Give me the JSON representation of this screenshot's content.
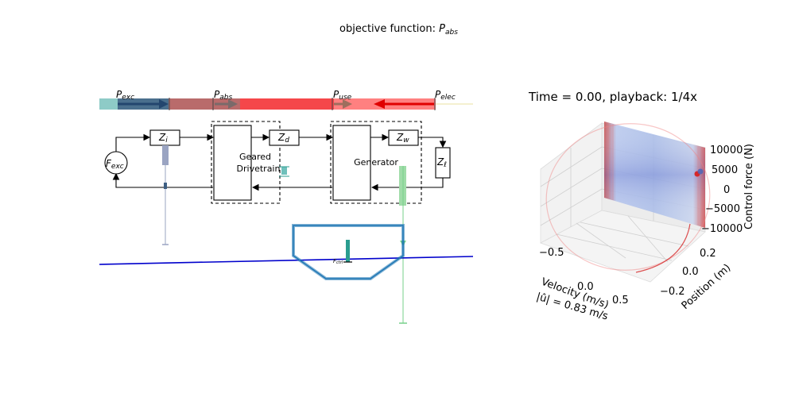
{
  "figure": {
    "title": "objective function: ",
    "title_symbol": "P",
    "title_sub": "abs"
  },
  "power_bar": {
    "labels": [
      {
        "sym": "P",
        "sub": "exc"
      },
      {
        "sym": "P",
        "sub": "abs"
      },
      {
        "sym": "P",
        "sub": "use"
      },
      {
        "sym": "P",
        "sub": "elec"
      }
    ],
    "colors": {
      "excitation": "#8ecbc7",
      "absorbed": "#b96b6b",
      "useful": "#f5474a",
      "electrical": "#ff8080"
    }
  },
  "circuit": {
    "source": {
      "sym": "F",
      "sub": "exc"
    },
    "zi": {
      "sym": "Z",
      "sub": "i"
    },
    "zd": {
      "sym": "Z",
      "sub": "d"
    },
    "zw": {
      "sym": "Z",
      "sub": "w"
    },
    "zl": {
      "sym": "Z",
      "sub": "ℓ"
    },
    "drivetrain": [
      "Geared",
      "Drivetrain"
    ],
    "generator": "Generator"
  },
  "buoy": {
    "force_label": {
      "sym": "F",
      "sub": "ctrl"
    },
    "colors": {
      "hull": "#1f77b4",
      "water": "#0000cc",
      "force": "#2a9d8f",
      "generator_force": "#77d18a"
    }
  },
  "plot3d": {
    "status": "Time = 0.00, playback: 1/4x",
    "x_label": "Velocity (m/s)",
    "y_label": "Position (m)",
    "z_label": "Control force (N)",
    "x_ticks": [
      "−0.5",
      "0.0",
      "0.5"
    ],
    "y_ticks": [
      "0.2",
      "0.0",
      "−0.2"
    ],
    "z_ticks": [
      "10000",
      "5000",
      "0",
      "−5000",
      "−10000"
    ],
    "amplitude_label": "|û| =  0.83 m/s"
  }
}
